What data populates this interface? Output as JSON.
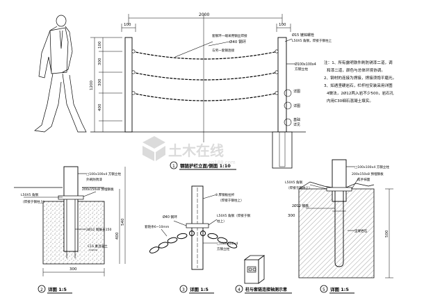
{
  "elevation": {
    "dim_total": "2000",
    "dim_post_left": "100",
    "dim_post_right": "100",
    "dim_height": "1200",
    "dim_gap_1": "300",
    "dim_gap_2": "300",
    "dim_gap_3": "400",
    "dim_left_100": "100",
    "callout_chain_ring": "Ø40 钢环",
    "callout_weld": "套钢环一端采用钢丝焊接",
    "callout_weld_2": "与另一套钢连接",
    "callout_bolt": "Ø15 镀锌螺栓",
    "callout_angle": "L50X5 角钢，焊接于钢柱上",
    "callout_tube": "Ø100x100x4",
    "callout_tube_2": "方钢立柱",
    "callout_detail_a": "详图",
    "callout_detail_b": "详图",
    "callout_base": "基础",
    "callout_base_2": "详见",
    "notes": [
      "注：1、所有露明铁件刷防锈漆二道，调",
      "和漆二道，颜色与总体环境协调。",
      "2、钢材的连接为焊接，焊接须饱平磨光。",
      "3、如遇坚硬岩石，栏杆柱安装采用详图",
      "4做法，2Ø12两入岩不少500，岩石孔",
      "内用C30细石混凝土填实。"
    ],
    "title_num": "1",
    "title": "钢链护栏立面/侧面  1:10"
  },
  "detail1": {
    "label_tube": "□100x100x4 方钢立柱",
    "label_tube_2": "外刷防锈漆",
    "label_angle": "L50X5 角钢",
    "label_angle_2": "（焊接于钢柱上）",
    "label_plate": "200x150x8 预埋钢板",
    "label_rebar": "2Ø12 钢筋长150",
    "label_concrete": "C15 素混凝土",
    "dim_400": "400",
    "dim_540": "540",
    "dim_300": "300",
    "title_num": "2",
    "title": "详图  1:5"
  },
  "detail2": {
    "label_bolt": "3 厚钢板拉杆",
    "label_bolt_2": "（焊接于钢柱上）",
    "label_ring": "Ø40 钢环",
    "label_chain": "套链条6~10mm",
    "label_angle": "L50X5 角钢（焊接于钢",
    "label_angle_2": "柱上）",
    "label_tube": "□100x100x4",
    "label_tube_2": "方钢立柱",
    "title_num": "3",
    "title": "详图  1:5"
  },
  "detail3": {
    "title_num": "4",
    "title": "柱与套链连接轴测示意"
  },
  "detail4": {
    "label_tube": "□100x100x4 方钢立柱",
    "label_angle": "L50X5 角钢",
    "label_angle_2": "（焊接于钢柱上）",
    "label_plate": "200x150x8 预埋钢板",
    "label_plate_2": "成手抹面",
    "label_rebar": "2Ø12 钢筋",
    "dim_500": "500",
    "dim_300": "300",
    "label_rock": "坚硬岩石",
    "title_num": "5",
    "title": "详图  1:5"
  },
  "watermark": "土木在线",
  "watermark_sub": "co188.com"
}
